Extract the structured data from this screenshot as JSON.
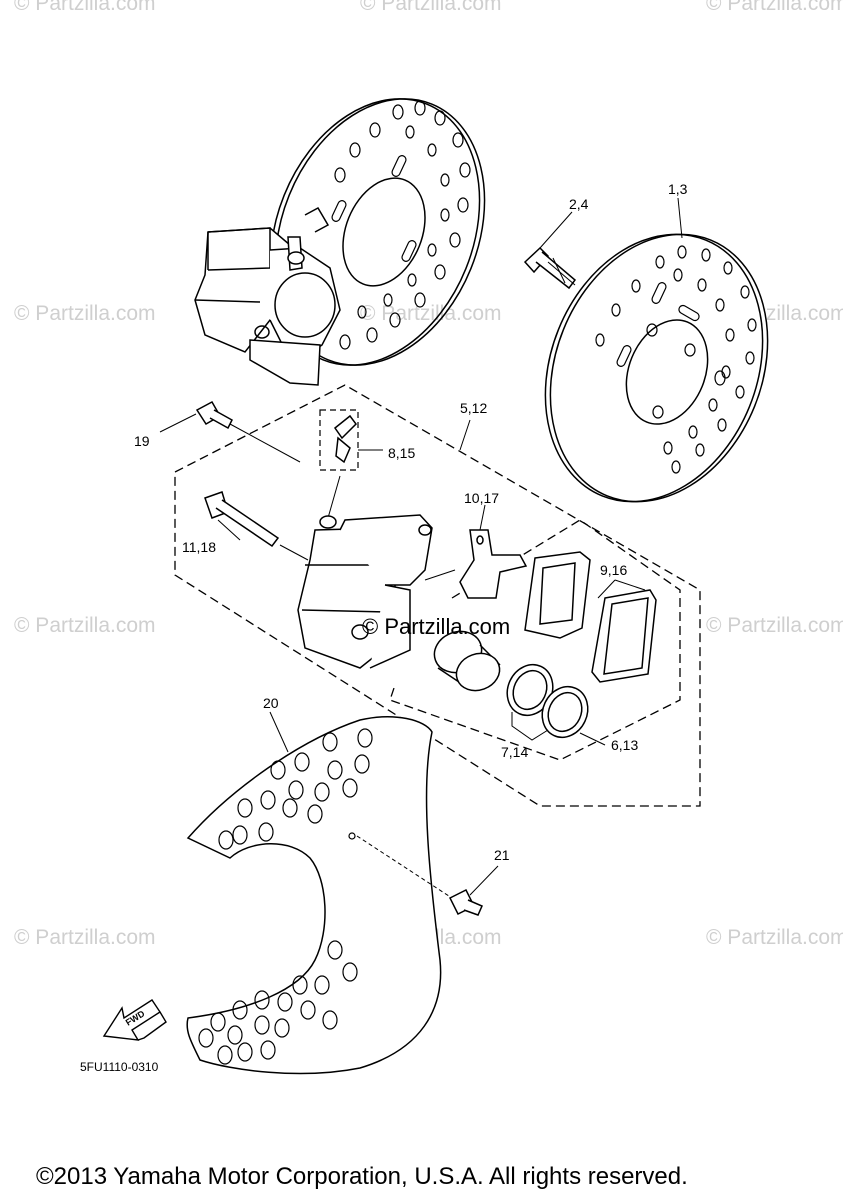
{
  "watermark": "© Partzilla.com",
  "center_watermark": "© Partzilla.com",
  "callouts": {
    "c1_3": "1,3",
    "c2_4": "2,4",
    "c5_12": "5,12",
    "c6_13": "6,13",
    "c7_14": "7,14",
    "c8_15": "8,15",
    "c9_16": "9,16",
    "c10_17": "10,17",
    "c11_18": "11,18",
    "c19": "19",
    "c20": "20",
    "c21": "21"
  },
  "fwd_label": "FWD",
  "diagram_code": "5FU1110-0310",
  "copyright": "©2013 Yamaha Motor Corporation, U.S.A. All rights reserved."
}
